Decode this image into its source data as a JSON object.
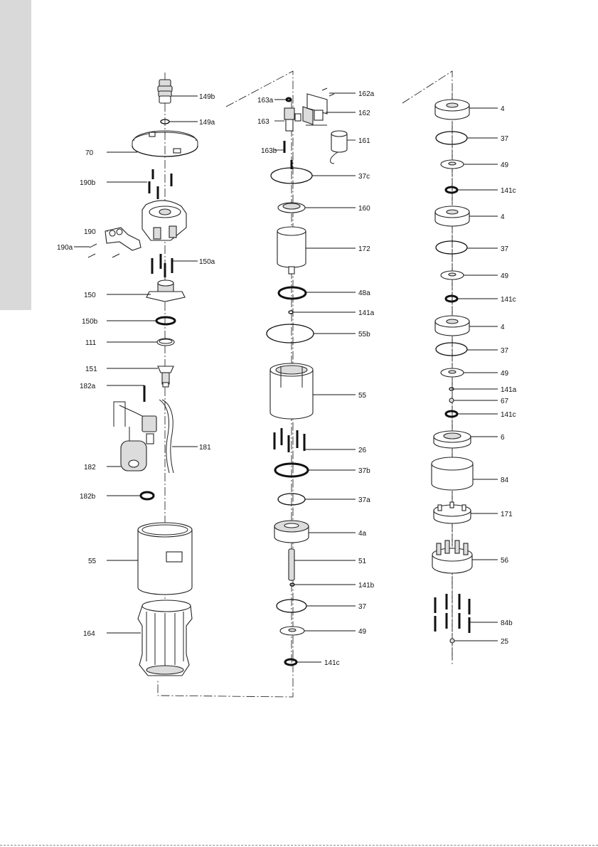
{
  "column_left": {
    "labels": [
      "149b",
      "149a",
      "70",
      "190b",
      "190",
      "190a",
      "150a",
      "150",
      "150b",
      "111",
      "151",
      "182a",
      "181",
      "182",
      "182b",
      "55",
      "164"
    ]
  },
  "column_middle": {
    "labels": [
      "162a",
      "163a",
      "162",
      "163",
      "161",
      "163b",
      "37c",
      "160",
      "172",
      "48a",
      "141a",
      "55b",
      "55",
      "26",
      "37b",
      "37a",
      "4a",
      "51",
      "141b",
      "37",
      "49",
      "141c"
    ]
  },
  "column_right": {
    "labels": [
      "4",
      "37",
      "49",
      "141c",
      "4",
      "37",
      "49",
      "141c",
      "4",
      "37",
      "49",
      "141a",
      "67",
      "141c",
      "6",
      "84",
      "171",
      "56",
      "84b",
      "25"
    ]
  }
}
